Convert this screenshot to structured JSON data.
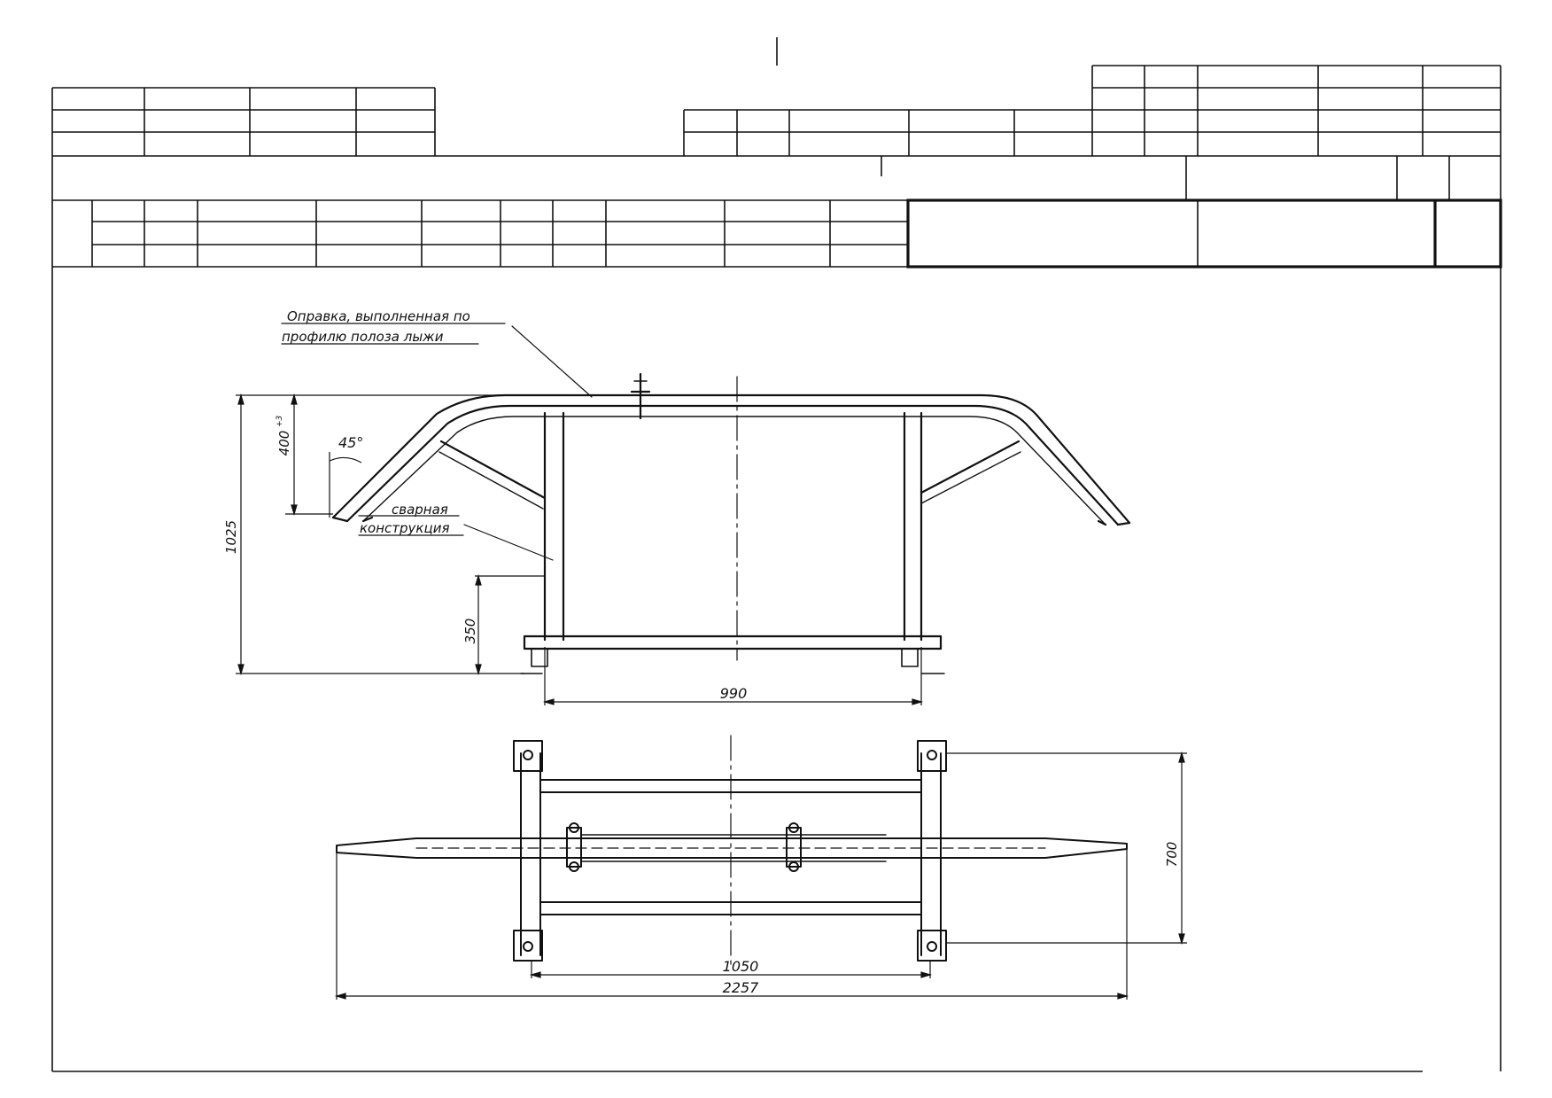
{
  "annotations": {
    "mandrel_line1": "Оправка, выполненная по",
    "mandrel_line2": "профилю полоза лыжи",
    "welded_line1": "сварная",
    "welded_line2": "конструкция",
    "angle": "45°"
  },
  "dimensions": {
    "overall_height": "1025",
    "arch_height": "400",
    "arch_height_tolerance": "+3",
    "base_height": "350",
    "post_spacing": "990",
    "frame_depth": "700",
    "frame_length": "1050",
    "overall_length": "2257"
  }
}
